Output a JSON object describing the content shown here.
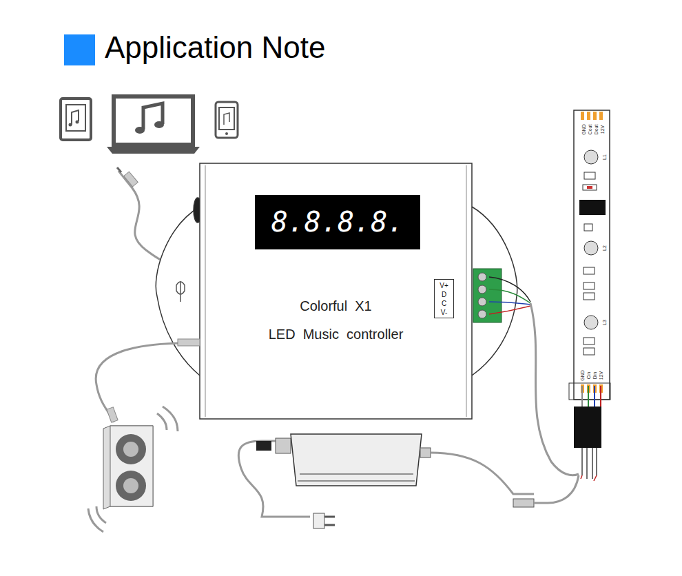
{
  "diagram": {
    "title": "Application Note",
    "nodes": [
      {
        "text": [
          "Colorful  X1",
          "LED  Music  controller"
        ]
      },
      {
        "text": [
          "8.8.8.8."
        ],
        "in": 0
      },
      {
        "text": [
          "V+",
          "D",
          "C",
          "V-"
        ],
        "in": 0
      }
    ],
    "labels": [
      "12V",
      "Dout",
      "Cout",
      "GND",
      "L1",
      "L2",
      "L3",
      "GND",
      "Cin",
      "Din",
      "12V"
    ]
  }
}
